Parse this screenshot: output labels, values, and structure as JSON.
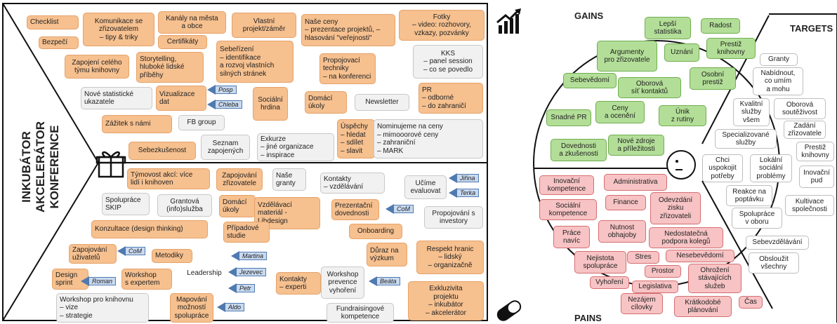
{
  "left_label": "INKUBÁTOR\nAKCELERÁTOR\nKONFERENCE",
  "gains_title": "GAINS",
  "targets_title": "TARGETS",
  "pains_title": "PAINS",
  "top_boxes": [
    "Checklist",
    "Bezpečí",
    "Komunikace se\nzřizovatelem\n– tipy & triky",
    "Kanály na města\na obce",
    "Certifikáty",
    "Vlastní\nprojekt/záměr",
    "Naše ceny\n– prezentace projektů, –\nhlasování \"veřejnosti\"",
    "Fotky\n– video: rozhovory,\nvzkazy, pozvánky",
    "Zapojení celého\ntýmu knihovny",
    "Storytelling,\nhluboké lidské\npříběhy",
    "Sebeřízení\n– identifikace\na rozvoj vlastních\nsilných stránek",
    "Propojovací\ntechniky\n– na konferenci",
    "KKS\n– panel session\n– co se povedlo",
    "Nové statistické\nukazatele",
    "Vizualizace\ndat",
    "Sociální\nhrdina",
    "Domácí\núkoly",
    "Newsletter",
    "PR\n– odborné\n– do zahraničí",
    "Zážitek s námi",
    "FB group",
    "Úspěchy\n– hledat\n– sdílet\n– slavit",
    "Nominujeme na ceny\n– mimooorové ceny\n– zahraniční\n– MARK",
    "Sebezkušenost",
    "Seznam\nzapojených",
    "Exkurze\n– jiné organizace\n– inspirace"
  ],
  "bottom_boxes": [
    "Týmovost akcí: více\nlidí i knihoven",
    "Zapojování\nzřizovatele",
    "Naše\ngranty",
    "Kontakty\n– vzdělávání",
    "Učíme\nevaluovat",
    "Spolupráce\nSKIP",
    "Grantová\n(info)služba",
    "Domácí\núkoly",
    "Vzdělávací\nmateriál -\nLibdesign",
    "Prezentační\ndovednosti",
    "Propojování s\ninvestory",
    "Konzultace (design thinking)",
    "Případové\nstudie",
    "Onboarding",
    "Zapojování\nuživatelů",
    "Metodiky",
    "Důraz na\nvýzkum",
    "Respekt hranic\n– lidský\n– organizačně",
    "Leadership",
    "Design\nsprint",
    "Workshop\ns expertem",
    "Kontakty\n– experti",
    "Workshop\nprevence\nvyhoření",
    "Exkluzivita\nprojektu\n– inkubátor\n– akcelerátor",
    "Workshop pro knihovnu\n– vize\n– strategie",
    "Mapování\nmožností\nspolupráce",
    "Fundraisingové\nkompetence"
  ],
  "tags": [
    "Posp",
    "Chleba",
    "Jiřina",
    "Terka",
    "CoM",
    "CoM",
    "Martina",
    "Jezevec",
    "Petr",
    "Beáta",
    "Roman",
    "Aldo"
  ],
  "gains": [
    "Lepší\nstatistika",
    "Radost",
    "Argumenty\npro zřizovatele",
    "Uznání",
    "Prestiž\nknihovny",
    "Sebevědomí",
    "Oborová\nsíť kontaktů",
    "Osobní\nprestiž",
    "Snadné PR",
    "Ceny\na ocenění",
    "Únik\nz rutiny",
    "Dovednosti\na zkušenosti",
    "Nové zdroje\na příležitosti"
  ],
  "pains": [
    "Inovační\nkompetence",
    "Administrativa",
    "Sociální\nkompetence",
    "Finance",
    "Odevzdání\nzisku\nzřizovateli",
    "Práce\nnavíc",
    "Nutnost\nobhajoby",
    "Nedostatečná\npodpora kolegů",
    "Nejistota\nspolupráce",
    "Stres",
    "Nesebevědomí",
    "Vyhoření",
    "Prostor",
    "Ohrožení\nstávajících\nslužeb",
    "Legislativa",
    "Nezájem\ncílovky",
    "Krátkodobé\nplánování",
    "Čas"
  ],
  "targets": [
    "Granty",
    "Nabídnout,\nco umím\na mohu",
    "Kvalitní\nslužby\nvšem",
    "Oborová\nsoutěživost",
    "Zadání\nzřizovatele",
    "Specializované\nslužby",
    "Prestiž\nknihovny",
    "Chci\nuspokojit\npotřeby",
    "Lokální\nsociální\nproblémy",
    "Inovační\npud",
    "Reakce na\npoptávku",
    "Kultivace\nspolečnosti",
    "Spolupráce\nv oboru",
    "Sebevzdělávání",
    "Obsloužit\nvšechny"
  ],
  "colors": {
    "orange": "#f6c08f",
    "gray": "#f1f1f1",
    "green": "#b3de98",
    "pink": "#f7c3c4",
    "tag": "#c9daf0"
  }
}
